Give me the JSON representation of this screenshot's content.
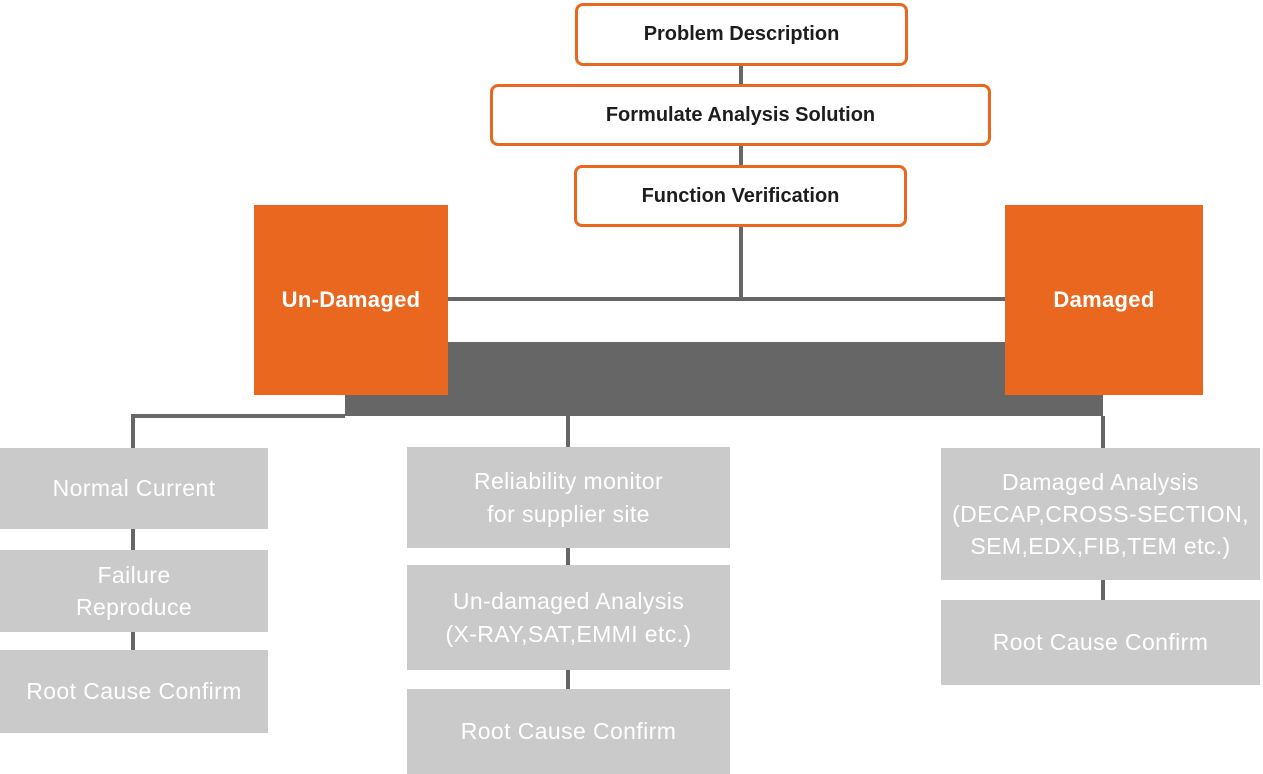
{
  "palette": {
    "orange": "#EA671F",
    "dark_gray_bar": "#666666",
    "connector_gray": "#666666",
    "node_gray": "#CACACA",
    "node_text": "#FFFFFF",
    "step_text": "#1D1D1D",
    "background": "#FFFFFF"
  },
  "steps": {
    "problem": "Problem Description",
    "formulate": "Formulate Analysis Solution",
    "function": "Function Verification"
  },
  "branches": {
    "undamaged": "Un-Damaged",
    "damaged": "Damaged"
  },
  "columns": {
    "left": [
      "Normal Current",
      "Failure\nReproduce",
      "Root Cause Confirm"
    ],
    "middle": [
      "Reliability monitor\nfor supplier site",
      "Un-damaged Analysis\n(X-RAY,SAT,EMMI etc.)",
      "Root Cause Confirm"
    ],
    "right": [
      "Damaged Analysis\n(DECAP,CROSS-SECTION,\nSEM,EDX,FIB,TEM etc.)",
      "Root Cause Confirm"
    ]
  }
}
